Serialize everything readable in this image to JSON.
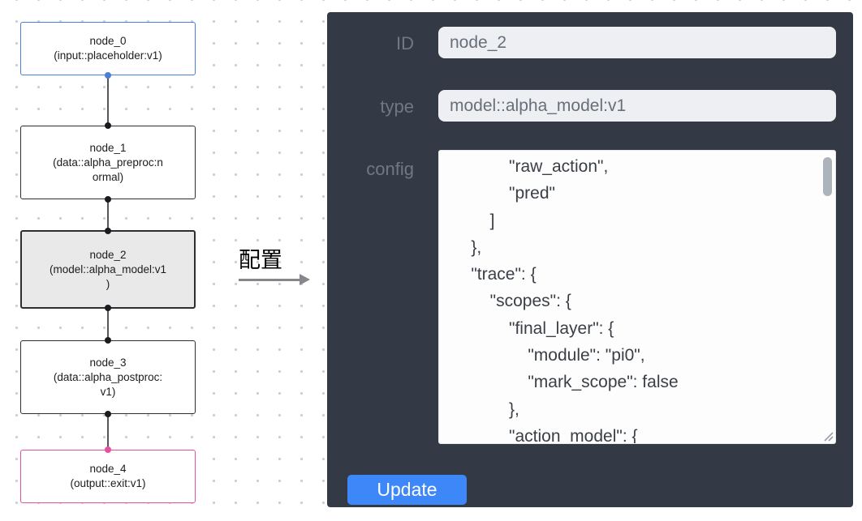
{
  "flowchart": {
    "nodes": [
      {
        "id": "node_0",
        "lines": [
          "node_0",
          "(input::placeholder:v1)"
        ]
      },
      {
        "id": "node_1",
        "lines": [
          "node_1",
          "(data::alpha_preproc:n",
          "ormal)"
        ]
      },
      {
        "id": "node_2",
        "lines": [
          "node_2",
          "(model::alpha_model:v1",
          ")"
        ],
        "selected": true
      },
      {
        "id": "node_3",
        "lines": [
          "node_3",
          "(data::alpha_postproc:",
          "v1)"
        ]
      },
      {
        "id": "node_4",
        "lines": [
          "node_4",
          "(output::exit:v1)"
        ]
      }
    ]
  },
  "arrow": {
    "label": "配置"
  },
  "panel": {
    "id_field": {
      "label": "ID",
      "value": "node_2"
    },
    "type_field": {
      "label": "type",
      "value": "model::alpha_model:v1"
    },
    "config_field": {
      "label": "config",
      "value": "            \"raw_action\",\n            \"pred\"\n        ]\n    },\n    \"trace\": {\n        \"scopes\": {\n            \"final_layer\": {\n                \"module\": \"pi0\",\n                \"mark_scope\": false\n            },\n            \"action_model\": {"
    },
    "update_label": "Update"
  },
  "colors": {
    "panel-bg": "#333a45",
    "input-bg": "#edeff2",
    "input-text": "#686f79",
    "label-text": "#717885",
    "accent-blue": "#3e87f8",
    "node-default-border": "#2e2e31",
    "node-input-border": "#4a7fd9",
    "node-output-border": "#e8509d",
    "node-selected-bg": "#e9e9ea",
    "config-text": "#3a3f46",
    "scroll-thumb": "#adb3bb"
  }
}
